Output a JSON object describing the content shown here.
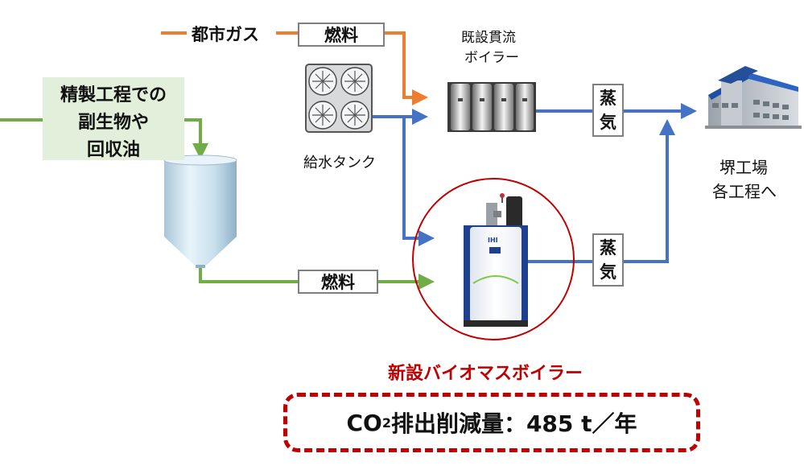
{
  "labels": {
    "city_gas": "都市ガス",
    "fuel_top": "燃料",
    "fuel_bottom": "燃料",
    "existing_boiler_line1": "既設貫流",
    "existing_boiler_line2": "ボイラー",
    "byproduct_line1": "精製工程での",
    "byproduct_line2": "副生物や",
    "byproduct_line3": "回収油",
    "feed_tank": "給水タンク",
    "steam_top_1": "蒸",
    "steam_top_2": "気",
    "steam_bottom_1": "蒸",
    "steam_bottom_2": "気",
    "factory_line1": "堺工場",
    "factory_line2": "各工程へ",
    "new_boiler_title": "新設バイオマスボイラー",
    "boiler_brand": "IHI",
    "result_prefix": "CO",
    "result_sub": "2",
    "result_rest": "排出削減量：485 t／年"
  },
  "colors": {
    "gas_line": "#ed7d31",
    "water_line": "#4472c4",
    "fuel_line": "#70ad47",
    "highlight": "#c00000",
    "byproduct_box": "#e2efda"
  }
}
